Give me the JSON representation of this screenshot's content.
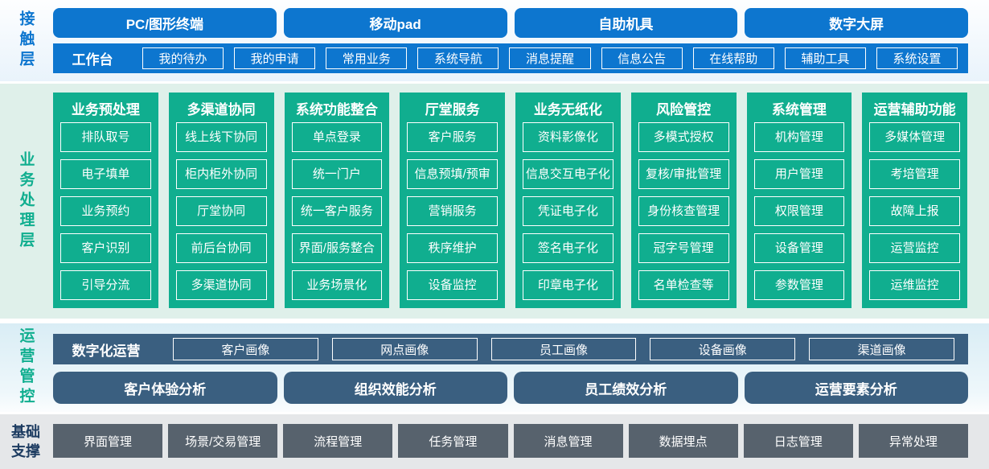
{
  "colors": {
    "accent_blue": "#0d76cf",
    "accent_green": "#10ae8f",
    "accent_slate": "#3a5f80",
    "accent_gray": "#57626d",
    "band_top": "#e9f3fb",
    "band_green": "#dff0ea",
    "band_blue": "#d9edf5",
    "band_gray": "#e5e7e9",
    "label_navy": "#1d3c61"
  },
  "contact_layer": {
    "label": "接触层",
    "terminals": [
      "PC/图形终端",
      "移动pad",
      "自助机具",
      "数字大屏"
    ],
    "workbench": {
      "label": "工作台",
      "items": [
        "我的待办",
        "我的申请",
        "常用业务",
        "系统导航",
        "消息提醒",
        "信息公告",
        "在线帮助",
        "辅助工具",
        "系统设置"
      ]
    }
  },
  "business_layer": {
    "label": "业务处理层",
    "columns": [
      {
        "title": "业务预处理",
        "items": [
          "排队取号",
          "电子填单",
          "业务预约",
          "客户识别",
          "引导分流"
        ]
      },
      {
        "title": "多渠道协同",
        "items": [
          "线上线下协同",
          "柜内柜外协同",
          "厅堂协同",
          "前后台协同",
          "多渠道协同"
        ]
      },
      {
        "title": "系统功能整合",
        "items": [
          "单点登录",
          "统一门户",
          "统一客户服务",
          "界面/服务整合",
          "业务场景化"
        ]
      },
      {
        "title": "厅堂服务",
        "items": [
          "客户服务",
          "信息预填/预审",
          "营销服务",
          "秩序维护",
          "设备监控"
        ]
      },
      {
        "title": "业务无纸化",
        "items": [
          "资料影像化",
          "信息交互电子化",
          "凭证电子化",
          "签名电子化",
          "印章电子化"
        ]
      },
      {
        "title": "风险管控",
        "items": [
          "多模式授权",
          "复核/审批管理",
          "身份核查管理",
          "冠字号管理",
          "名单检查等"
        ]
      },
      {
        "title": "系统管理",
        "items": [
          "机构管理",
          "用户管理",
          "权限管理",
          "设备管理",
          "参数管理"
        ]
      },
      {
        "title": "运营辅助功能",
        "items": [
          "多媒体管理",
          "考培管理",
          "故障上报",
          "运营监控",
          "运维监控"
        ]
      }
    ]
  },
  "operation_layer": {
    "label": "运营管控",
    "digital_ops": {
      "label": "数字化运营",
      "items": [
        "客户画像",
        "网点画像",
        "员工画像",
        "设备画像",
        "渠道画像"
      ]
    },
    "analysis": [
      "客户体验分析",
      "组织效能分析",
      "员工绩效分析",
      "运营要素分析"
    ]
  },
  "foundation_layer": {
    "label": "基础支撑",
    "items": [
      "界面管理",
      "场景/交易管理",
      "流程管理",
      "任务管理",
      "消息管理",
      "数据埋点",
      "日志管理",
      "异常处理"
    ]
  }
}
